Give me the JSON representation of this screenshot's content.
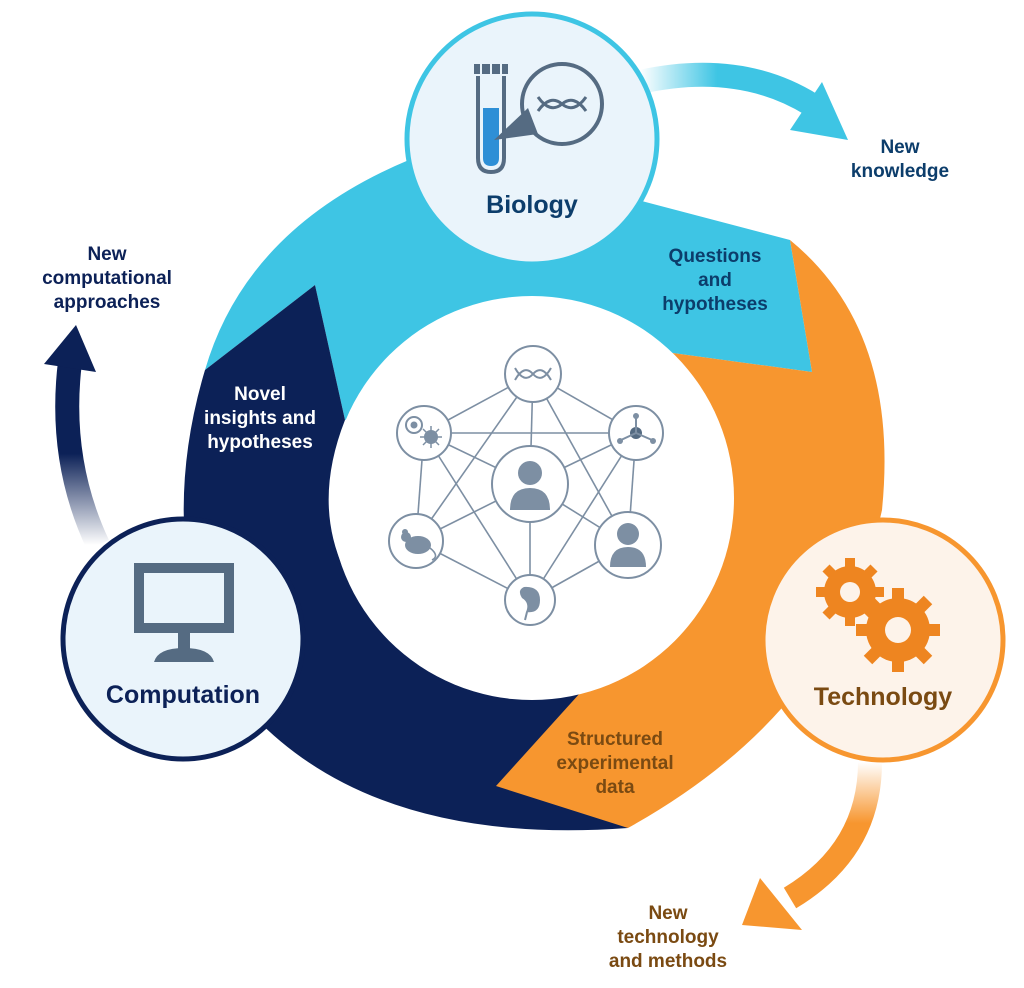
{
  "nodes": {
    "biology": {
      "title": "Biology",
      "icon": "dna-test-tube-icon"
    },
    "technology": {
      "title": "Technology",
      "icon": "gears-icon"
    },
    "computation": {
      "title": "Computation",
      "icon": "monitor-icon"
    }
  },
  "segments": {
    "questions": "Questions\nand\nhypotheses",
    "structured": "Structured\nexperimental\ndata",
    "insights": "Novel\ninsights and\nhypotheses"
  },
  "outputs": {
    "knowledge": "New\nknowledge",
    "technology": "New\ntechnology\nand methods",
    "computational": "New\ncomputational\napproaches"
  },
  "network_icons": [
    "dna-icon",
    "bacteria-cell-icon",
    "molecule-icon",
    "person-icon",
    "mouse-icon",
    "person-icon",
    "kidney-icon"
  ],
  "colors": {
    "light_blue": "#3EC5E4",
    "orange": "#F7962F",
    "navy": "#0C2157",
    "slate": "#7D8FA3",
    "biology_text": "#0C3D6B",
    "technology_text": "#7A4A12",
    "node_fill": "#EAF4FB"
  }
}
